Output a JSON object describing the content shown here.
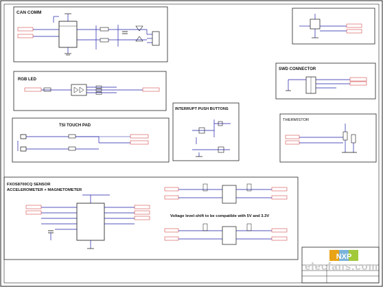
{
  "blocks": {
    "can": {
      "title": "CAN COMM"
    },
    "rgb": {
      "title": "RGB LED"
    },
    "tsi": {
      "title": "TSI TOUCH PAD"
    },
    "interrupt": {
      "title": "INTERRUPT PUSH BUTTONS"
    },
    "swd": {
      "title": "SWD CONNECTOR"
    },
    "thermistor": {
      "title": "THERMISTOR"
    },
    "accel": {
      "title_line1": "FXOS8700CQ SENSOR",
      "title_line2": "ACCELEROMETER + MAGNETOMETER"
    },
    "level_shift": {
      "note": "Voltage level-shift to be compatible with 5V and 3.3V"
    }
  },
  "logo": {
    "text": "NXP"
  },
  "watermark": {
    "text": "elecfans.com"
  },
  "colors": {
    "wire": "#1a1aa8",
    "net_label": "#cc2222",
    "border": "#222222",
    "pin": "#8a1a1a"
  }
}
